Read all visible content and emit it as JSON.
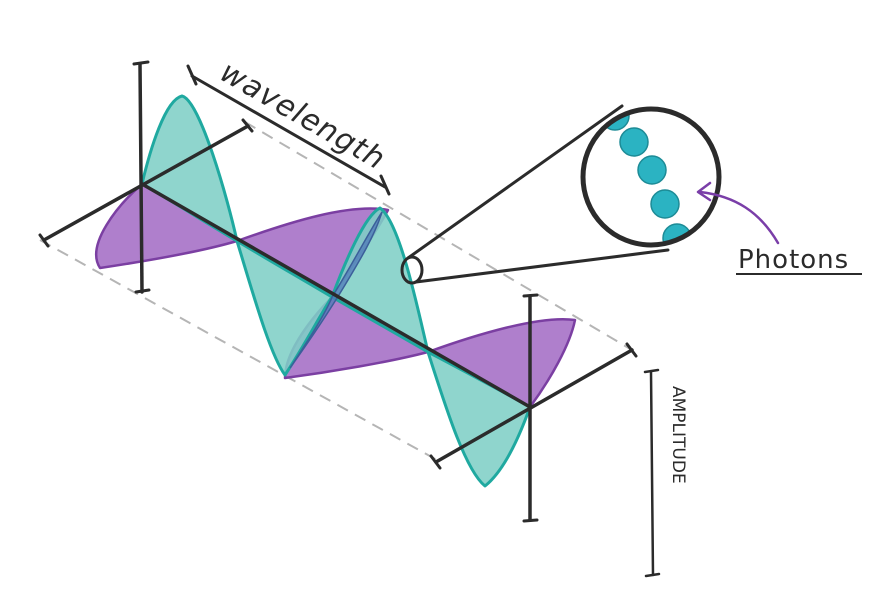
{
  "diagram": {
    "title": "Electromagnetic wave",
    "labels": {
      "wavelength": "wavelength",
      "photons": "Photons",
      "amplitude": "AMPLITUDE"
    },
    "colors": {
      "electric_wave_fill": "#7fcfc6",
      "electric_wave_stroke": "#1fa9a0",
      "magnetic_wave_fill": "#a168c3",
      "magnetic_wave_stroke": "#7b3fa2",
      "photon": "#2bb3c2",
      "ink": "#2b2b2b",
      "arrow": "#7a3ea8",
      "dashed_guide": "#b5b5b5"
    },
    "photon_count": 5
  }
}
